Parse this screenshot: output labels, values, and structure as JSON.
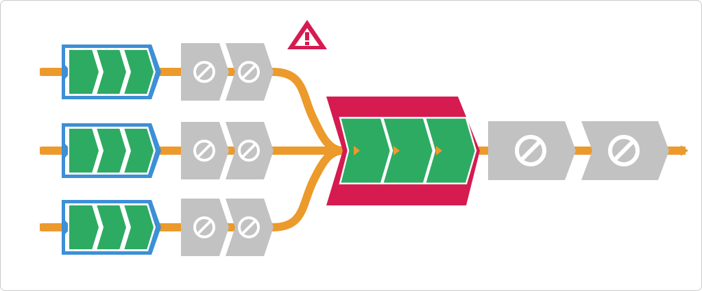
{
  "colors": {
    "flow": "#ec9a2c",
    "active": "#2eab62",
    "active_border": "#ffffff",
    "source_frame": "#3d8fd6",
    "inactive": "#c2c2c2",
    "inactive_icon": "#ffffff",
    "alert": "#d51b50",
    "frame_border": "#c9c9c9"
  },
  "icons": {
    "alert": "warning-triangle-icon",
    "disabled": "no-entry-icon",
    "active_step": "chevron-right-icon"
  },
  "diagram": {
    "sources": [
      {
        "id": "source-top",
        "steps": 3,
        "inactive_steps": 2
      },
      {
        "id": "source-middle",
        "steps": 3,
        "inactive_steps": 2
      },
      {
        "id": "source-bottom",
        "steps": 3,
        "inactive_steps": 2
      }
    ],
    "merge": {
      "steps": 3,
      "state": "alert"
    },
    "downstream": {
      "inactive_steps": 2
    },
    "alert_marker": "!"
  }
}
